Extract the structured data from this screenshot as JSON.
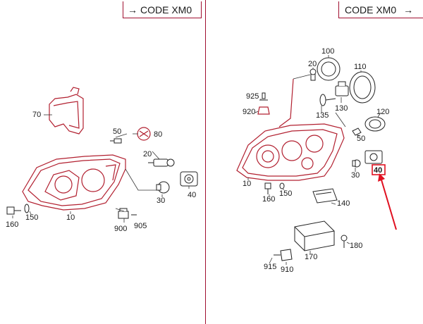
{
  "left_panel": {
    "code_label": "CODE XM0",
    "callouts": [
      "70",
      "50",
      "80",
      "20",
      "30",
      "40",
      "160",
      "150",
      "10",
      "900",
      "905"
    ]
  },
  "right_panel": {
    "code_label": "CODE XM0",
    "callouts": [
      "100",
      "110",
      "20",
      "925",
      "920",
      "135",
      "130",
      "120",
      "50",
      "30",
      "40",
      "10",
      "160",
      "150",
      "140",
      "170",
      "180",
      "915",
      "910"
    ]
  },
  "colors": {
    "accent": "#b22030",
    "line": "#222222"
  }
}
